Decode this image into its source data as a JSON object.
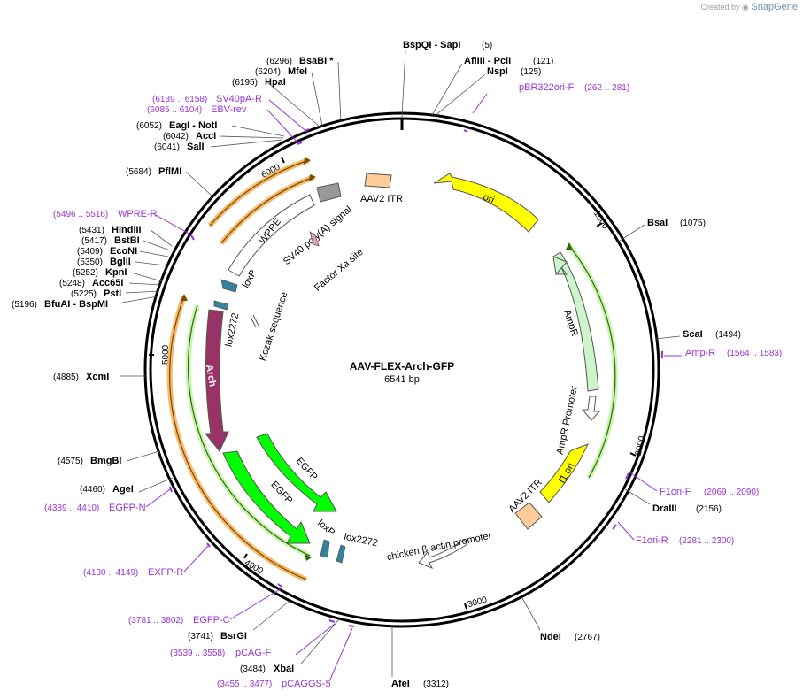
{
  "watermark": {
    "created_by": "Created by",
    "brand": "SnapGene"
  },
  "plasmid": {
    "name": "AAV-FLEX-Arch-GFP",
    "length": "6541 bp",
    "total_bp": 6541
  },
  "ticks": [
    "1000",
    "2000",
    "3000",
    "4000",
    "5000",
    "6000"
  ],
  "enzymes": [
    {
      "pos": "(5)",
      "name": "BspQI  - SapI"
    },
    {
      "pos": "(121)",
      "name": "AflIII  - PciI"
    },
    {
      "pos": "(125)",
      "name": "NspI"
    },
    {
      "pos": "(1075)",
      "name": "BsaI"
    },
    {
      "pos": "(1494)",
      "name": "ScaI"
    },
    {
      "pos": "(2156)",
      "name": "DraIII"
    },
    {
      "pos": "(2767)",
      "name": "NdeI"
    },
    {
      "pos": "(3312)",
      "name": "AfeI"
    },
    {
      "pos": "(3484)",
      "name": "XbaI"
    },
    {
      "pos": "(3741)",
      "name": "BsrGI"
    },
    {
      "pos": "(4460)",
      "name": "AgeI"
    },
    {
      "pos": "(4575)",
      "name": "BmgBI"
    },
    {
      "pos": "(4885)",
      "name": "XcmI"
    },
    {
      "pos": "(5196)",
      "name": "BfuAI  - BspMI"
    },
    {
      "pos": "(5225)",
      "name": "PstI"
    },
    {
      "pos": "(5248)",
      "name": "Acc65I"
    },
    {
      "pos": "(5252)",
      "name": "KpnI"
    },
    {
      "pos": "(5350)",
      "name": "BglII"
    },
    {
      "pos": "(5409)",
      "name": "EcoNI"
    },
    {
      "pos": "(5417)",
      "name": "BstBI"
    },
    {
      "pos": "(5431)",
      "name": "HindIII"
    },
    {
      "pos": "(5684)",
      "name": "PflMI"
    },
    {
      "pos": "(6041)",
      "name": "SalI"
    },
    {
      "pos": "(6042)",
      "name": "AccI"
    },
    {
      "pos": "(6052)",
      "name": "EagI  - NotI"
    },
    {
      "pos": "(6195)",
      "name": "HpaI"
    },
    {
      "pos": "(6204)",
      "name": "MfeI"
    },
    {
      "pos": "(6296)",
      "name": "BsaBI *"
    }
  ],
  "primers": [
    {
      "name": "pBR322ori-F",
      "range": "(262 .. 281)"
    },
    {
      "name": "Amp-R",
      "range": "(1564 .. 1583)"
    },
    {
      "name": "F1ori-F",
      "range": "(2069 .. 2090)"
    },
    {
      "name": "F1ori-R",
      "range": "(2281 .. 2300)"
    },
    {
      "name": "pCAGGS-5",
      "range": "(3455 .. 3477)"
    },
    {
      "name": "pCAG-F",
      "range": "(3539 .. 3558)"
    },
    {
      "name": "EGFP-C",
      "range": "(3781 .. 3802)"
    },
    {
      "name": "EXFP-R",
      "range": "(4130 .. 4149)"
    },
    {
      "name": "EGFP-N",
      "range": "(4389 .. 4410)"
    },
    {
      "name": "WPRE-R",
      "range": "(5496 .. 5516)"
    },
    {
      "name": "EBV-rev",
      "range": "(6085 .. 6104)"
    },
    {
      "name": "SV40pA-R",
      "range": "(6139 .. 6158)"
    }
  ],
  "features": {
    "aav2_itr": "AAV2 ITR",
    "ori": "ori",
    "ampr": "AmpR",
    "ampr_promoter": "AmpR Promoter",
    "f1_ori": "f1 ori",
    "chicken_promoter": "chicken β-actin promoter",
    "loxp": "loxP",
    "lox2272": "lox2272",
    "egfp": "EGFP",
    "arch": "Arch",
    "kozak": "Kozak sequence",
    "wpre": "WPRE",
    "sv40": "SV40 poly(A) signal",
    "factor_xa": "Factor Xa site"
  },
  "colors": {
    "ori": "#ffff00",
    "ampr": "#ccf5cc",
    "egfp": "#00ff00",
    "arch": "#993366",
    "itr": "#ffcc99",
    "lox": "#31849b",
    "primer": "#9b30d9",
    "orange_bar": "#f7b96a"
  }
}
